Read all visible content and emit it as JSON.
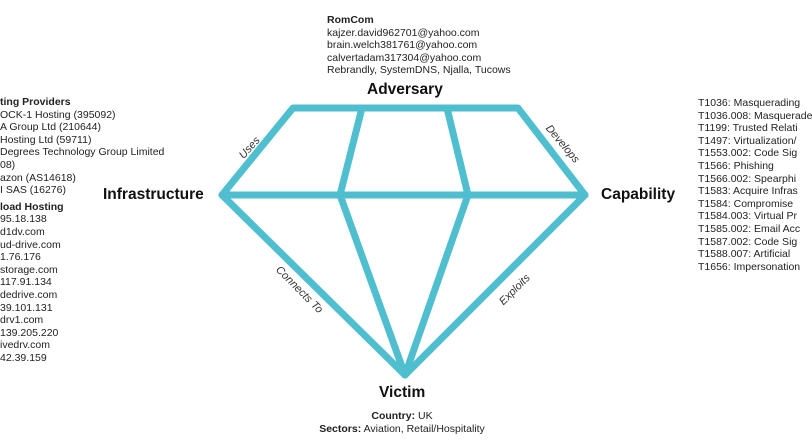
{
  "colors": {
    "diamond": "#4fbfcf",
    "text": "#222222"
  },
  "vertices": {
    "adversary": "Adversary",
    "infrastructure": "Infrastructure",
    "capability": "Capability",
    "victim": "Victim"
  },
  "edges": {
    "uses": "Uses",
    "develops": "Develops",
    "connects_to": "Connects To",
    "exploits": "Exploits"
  },
  "adversary_info": {
    "name": "RomCom",
    "emails": [
      "kajzer.david962701@yahoo.com",
      "brain.welch381761@yahoo.com",
      "calvertadam317304@yahoo.com"
    ],
    "registrars": "Rebrandly, SystemDNS, Njalla, Tucows"
  },
  "infrastructure_info": {
    "hosting_heading": "ting Providers",
    "hosting": [
      "OCK-1 Hosting (395092)",
      "A Group Ltd (210644)",
      "Hosting Ltd (59711)",
      "Degrees Technology Group Limited",
      "08)",
      "azon (AS14618)",
      "I SAS (16276)"
    ],
    "upload_heading": "load Hosting",
    "upload": [
      "95.18.138",
      "d1dv.com",
      "ud-drive.com",
      "1.76.176",
      "storage.com",
      "117.91.134",
      "dedrive.com",
      "39.101.131",
      "drv1.com",
      "139.205.220",
      "ivedrv.com",
      "42.39.159"
    ]
  },
  "capability_info": {
    "techniques": [
      "T1036: Masquerading",
      "T1036.008: Masquerade",
      "T1199: Trusted Relati",
      "T1497: Virtualization/",
      "T1553.002: Code Sig",
      "T1566: Phishing",
      "T1566.002: Spearphi",
      "T1583: Acquire Infras",
      "T1584: Compromise",
      "T1584.003: Virtual Pr",
      "T1585.002: Email Acc",
      "T1587.002: Code Sig",
      "T1588.007: Artificial",
      "T1656: Impersonation"
    ]
  },
  "victim_info": {
    "country_label": "Country:",
    "country": "UK",
    "sectors_label": "Sectors:",
    "sectors": "Aviation, Retail/Hospitality"
  }
}
